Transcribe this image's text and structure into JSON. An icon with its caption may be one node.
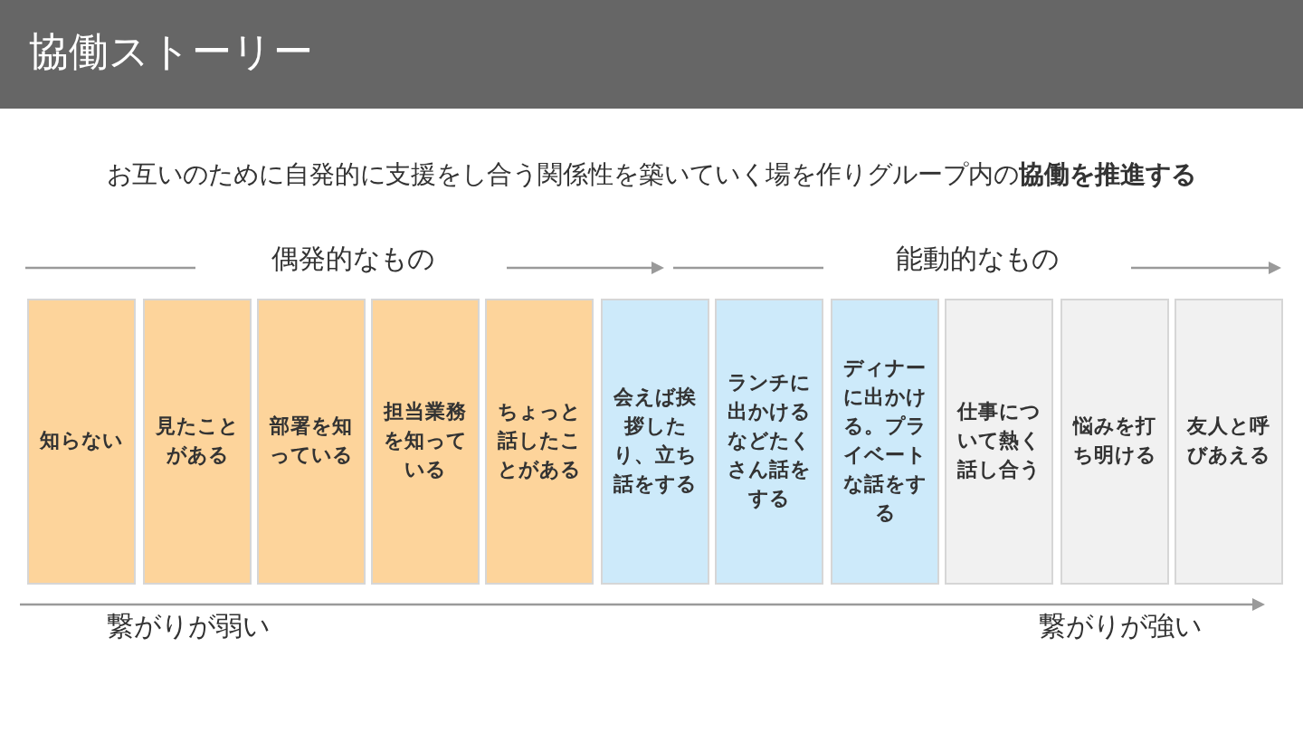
{
  "diagram": {
    "title": "協働ストーリー",
    "nodes": [
      {
        "text": [
          "知らない"
        ]
      },
      {
        "text": [
          "見たことがある"
        ]
      },
      {
        "text": [
          "部署を知っている"
        ]
      },
      {
        "text": [
          "担当業務を知っている"
        ]
      },
      {
        "text": [
          "ちょっと話したことがある"
        ]
      },
      {
        "text": [
          "会えば挨拶したり、立ち話をする"
        ]
      },
      {
        "text": [
          "ランチに出かけるなどたくさん話をする"
        ]
      },
      {
        "text": [
          "ディナーに出かける。プライベートな話をする"
        ]
      },
      {
        "text": [
          "仕事について熱く話し合う"
        ]
      },
      {
        "text": [
          "悩みを打ち明ける"
        ]
      },
      {
        "text": [
          "友人と呼びあえる"
        ]
      }
    ],
    "edges": [],
    "labels": [
      "お互いのために自発的に支援をし合う関係性を築いていく場を作りグループ内の**協働を推進する**",
      "偶発的なもの",
      "能動的なもの",
      "繋がりが弱い",
      "繋がりが強い"
    ]
  }
}
